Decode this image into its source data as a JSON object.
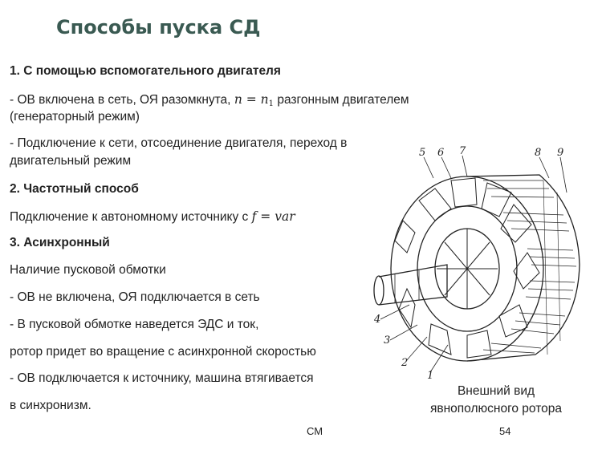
{
  "slide": {
    "title": "Способы пуска СД",
    "sec1_heading": "1.  С помощью вспомогательного двигателя",
    "sec1_line1_a": "- ОВ включена в сеть, ОЯ разомкнута,",
    "sec1_line1_math_n": "n",
    "sec1_line1_math_eq": "=",
    "sec1_line1_math_n1": "n",
    "sec1_line1_math_sub": "1",
    "sec1_line1_b": "разгонным двигателем",
    "sec1_line2": "(генераторный режим)",
    "sec1_line3": "- Подключение к сети, отсоединение двигателя, переход в",
    "sec1_line4": "двигательный режим",
    "sec2_heading": "2. Частотный способ",
    "sec2_line1_a": "Подключение к автономному источнику с",
    "sec2_line1_math": "f = var",
    "sec3_heading": "3. Асинхронный",
    "sec3_line1": "Наличие пусковой обмотки",
    "sec3_line2": "-   ОВ не включена, ОЯ подключается в сеть",
    "sec3_line3": "-   В пусковой обмотке наведется ЭДС и ток,",
    "sec3_line4": "ротор придет во вращение с асинхронной скоростью",
    "sec3_line5": "-   ОВ подключается к источнику, машина втягивается",
    "sec3_line6": "в синхронизм.",
    "caption_line1": "Внешний вид",
    "caption_line2": "явнополюсного ротора",
    "footer_left": "СМ",
    "footer_right": "54"
  },
  "figure": {
    "labels": [
      "5",
      "6",
      "7",
      "8",
      "9",
      "4",
      "3",
      "2",
      "1"
    ]
  }
}
